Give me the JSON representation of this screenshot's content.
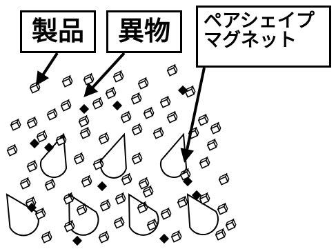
{
  "labels": {
    "product": "製品",
    "foreign": "異物",
    "magnet_line1": "ペアシェイプ",
    "magnet_line2": "マグネット"
  }
}
